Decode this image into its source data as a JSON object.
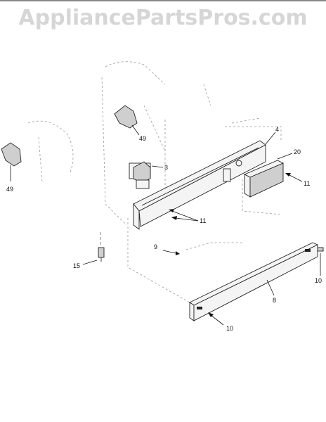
{
  "watermark": {
    "text": "AppliancePartsPros.com"
  },
  "callouts": [
    {
      "id": "49a",
      "label": "49"
    },
    {
      "id": "49b",
      "label": "49"
    },
    {
      "id": "4",
      "label": "4"
    },
    {
      "id": "20",
      "label": "20"
    },
    {
      "id": "3",
      "label": "3"
    },
    {
      "id": "11a",
      "label": "11"
    },
    {
      "id": "11b",
      "label": "11"
    },
    {
      "id": "9",
      "label": "9"
    },
    {
      "id": "15",
      "label": "15"
    },
    {
      "id": "10a",
      "label": "10"
    },
    {
      "id": "8",
      "label": "8"
    },
    {
      "id": "10b",
      "label": "10"
    }
  ],
  "colors": {
    "watermark": "#d6d6d6",
    "ink": "#111111",
    "ghost": "#9a9a9a"
  }
}
